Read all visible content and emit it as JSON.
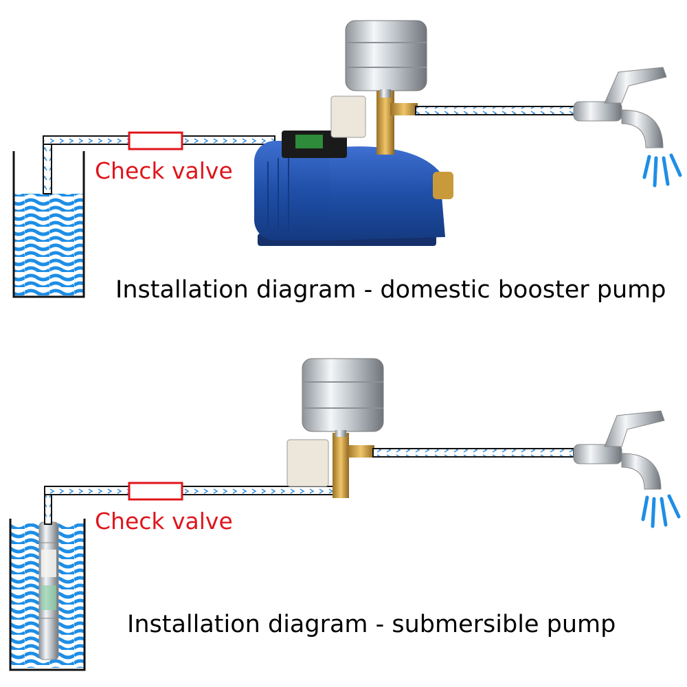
{
  "colors": {
    "water": "#1e8ee6",
    "pipe_outline": "#111111",
    "pipe_fill": "#e8f3fb",
    "valve_red": "#e0141b",
    "pump_blue": "#1f4fa8",
    "brass": "#c99a3c",
    "steel": "#c8cdd2",
    "spray": "#1e8ee6"
  },
  "diagrams": [
    {
      "check_valve_label": "Check valve",
      "caption": "Installation diagram - domestic booster pump",
      "pump_icon": "surface-jet-pump-icon"
    },
    {
      "check_valve_label": "Check valve",
      "caption": "Installation diagram - submersible pump",
      "pump_icon": "submersible-pump-icon"
    }
  ]
}
